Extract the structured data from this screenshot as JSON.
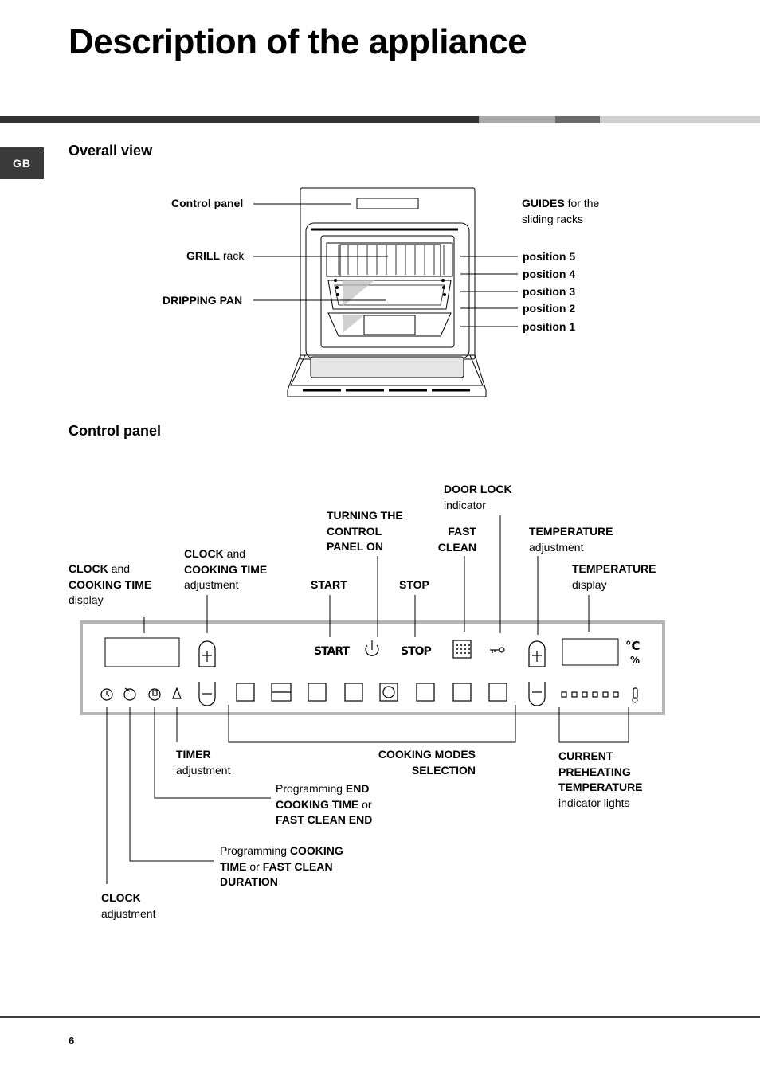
{
  "page": {
    "title": "Description of the appliance",
    "tab_label": "GB",
    "page_number": "6"
  },
  "sections": {
    "overall_view": "Overall view",
    "control_panel": "Control panel"
  },
  "overall_view": {
    "control_panel": "Control panel",
    "grill_b": "GRILL",
    "grill_t": " rack",
    "dripping_pan": "DRIPPING PAN",
    "guides_b": "GUIDES",
    "guides_t": " for the",
    "guides_t2": "sliding racks",
    "positions": [
      "position 5",
      "position 4",
      "position 3",
      "position 2",
      "position 1"
    ]
  },
  "control_labels": {
    "clock_display": {
      "a_b": "CLOCK",
      "a_t": " and",
      "b": "COOKING TIME",
      "c": "display"
    },
    "clock_adjust": {
      "a_b": "CLOCK",
      "a_t": " and",
      "b": "COOKING TIME",
      "c": "adjustment"
    },
    "turning_on": {
      "a": "TURNING THE",
      "b": "CONTROL",
      "c": "PANEL ON"
    },
    "start": "START",
    "stop": "STOP",
    "fast_clean": {
      "a": "FAST",
      "b": "CLEAN"
    },
    "door_lock": {
      "a": "DOOR LOCK",
      "b": "indicator"
    },
    "temp_adjust": {
      "a": "TEMPERATURE",
      "b": "adjustment"
    },
    "temp_display": {
      "a": "TEMPERATURE",
      "b": "display"
    },
    "timer": {
      "a": "TIMER",
      "b": "adjustment"
    },
    "cooking_modes": {
      "a": "COOKING MODES",
      "b": "SELECTION"
    },
    "preheating": {
      "a": "CURRENT",
      "b": "PREHEATING",
      "c": "TEMPERATURE",
      "d": "indicator lights"
    },
    "prog_end": {
      "a_t": "Programming ",
      "a_b": "END",
      "b_b": "COOKING TIME",
      "b_t": " or",
      "c": "FAST CLEAN END"
    },
    "prog_cook": {
      "a_t": "Programming ",
      "a_b": "COOKING",
      "b_b": "TIME",
      "b_t": " or ",
      "b_b2": "FAST CLEAN",
      "c": "DURATION"
    },
    "clock_adj": {
      "a": "CLOCK",
      "b": "adjustment"
    }
  },
  "panel": {
    "start_text": "START",
    "stop_text": "STOP",
    "celsius": "°C",
    "percent": "%",
    "icons": [
      "plus-icon",
      "minus-icon",
      "power-icon",
      "fast-clean-icon",
      "key-icon",
      "clock-icon",
      "cooking-time-icon",
      "end-time-icon",
      "timer-bell-icon",
      "mode-icons",
      "thermometer-icon"
    ]
  }
}
